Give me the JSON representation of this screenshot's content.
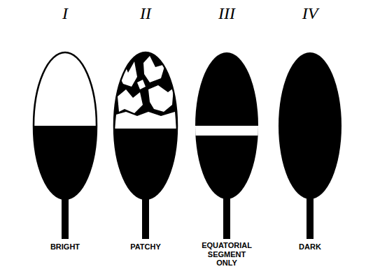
{
  "diagram": {
    "labels": [
      "I",
      "II",
      "III",
      "IV",
      "BRIGHT",
      "PATCHY",
      "EQUATORIAL SEGMENT ONLY",
      "DARK"
    ]
  }
}
